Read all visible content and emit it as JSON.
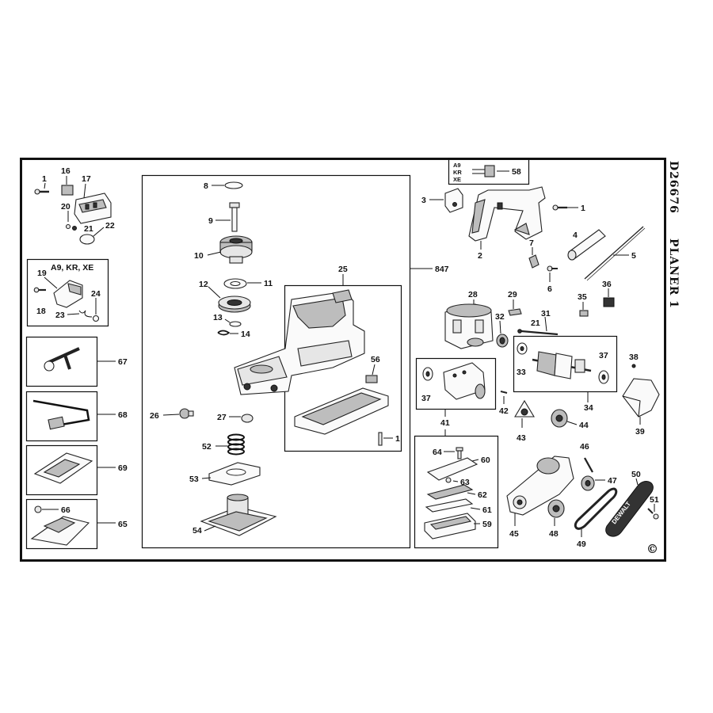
{
  "model": "D26676",
  "product": "PLANER",
  "sheet": "1",
  "copyright_symbol": "©",
  "variant_group": "A9, KR, XE",
  "variant_codes": [
    "A9",
    "KR",
    "XE"
  ],
  "callouts": {
    "c1a": "1",
    "c16": "16",
    "c17": "17",
    "c20": "20",
    "c21a": "21",
    "c22": "22",
    "c19": "19",
    "c24": "24",
    "c18": "18",
    "c23": "23",
    "c67": "67",
    "c68": "68",
    "c69": "69",
    "c66": "66",
    "c65": "65",
    "c8": "8",
    "c9": "9",
    "c10": "10",
    "c12": "12",
    "c11": "11",
    "c13": "13",
    "c14": "14",
    "c25": "25",
    "c847": "847",
    "c56": "56",
    "c1b": "1",
    "c26": "26",
    "c27": "27",
    "c52": "52",
    "c53": "53",
    "c54": "54",
    "c58": "58",
    "c3": "3",
    "c2": "2",
    "c1c": "1",
    "c4": "4",
    "c5": "5",
    "c7": "7",
    "c6": "6",
    "c36": "36",
    "c35": "35",
    "c28": "28",
    "c29": "29",
    "c31": "31",
    "c32": "32",
    "c21b": "21",
    "c33": "33",
    "c37a": "37",
    "c38": "38",
    "c37b": "37",
    "c42": "42",
    "c34": "34",
    "c39": "39",
    "c43": "43",
    "c44": "44",
    "c41": "41",
    "c64": "64",
    "c60": "60",
    "c63": "63",
    "c62": "62",
    "c61": "61",
    "c59": "59",
    "c46": "46",
    "c47": "47",
    "c50": "50",
    "c51": "51",
    "c45": "45",
    "c48": "48",
    "c49": "49"
  },
  "belt_brand": "DEWALT"
}
